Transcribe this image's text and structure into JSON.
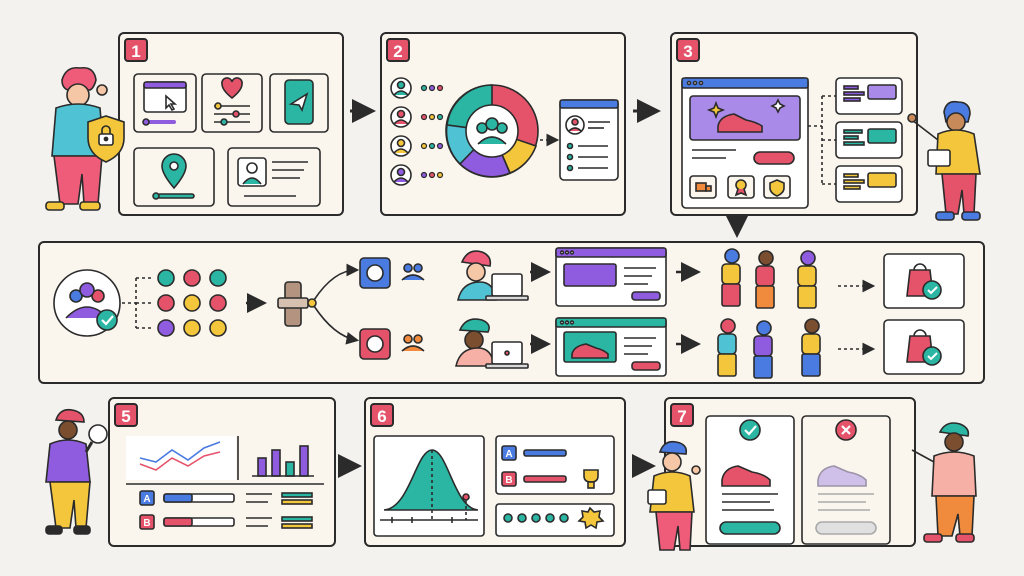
{
  "steps": [
    {
      "number": "1"
    },
    {
      "number": "2"
    },
    {
      "number": "3"
    },
    {
      "number": "5"
    },
    {
      "number": "6"
    },
    {
      "number": "7"
    }
  ],
  "variants": {
    "a_label": "A",
    "b_label": "B"
  },
  "colors": {
    "outline": "#2b2b2b",
    "panel": "#faf6ee",
    "background": "#f3f2ef",
    "accent_pink": "#e5536a",
    "accent_purple": "#8f5ce0",
    "accent_teal": "#2bb5a3",
    "accent_yellow": "#f3c63c",
    "accent_blue": "#4a7be0",
    "accent_orange": "#f08a3c"
  },
  "icons": [
    "shield-lock-icon",
    "cursor-icon",
    "heart-icon",
    "phone-send-icon",
    "location-pin-icon",
    "user-card-icon",
    "segment-donut-icon",
    "sneaker-icon",
    "truck-icon",
    "award-icon",
    "shield-icon",
    "shopping-bag-icon",
    "check-icon",
    "close-icon",
    "trophy-icon",
    "magnifier-icon",
    "bell-curve-icon",
    "switch-icon",
    "laptop-icon",
    "star-badge-icon"
  ]
}
